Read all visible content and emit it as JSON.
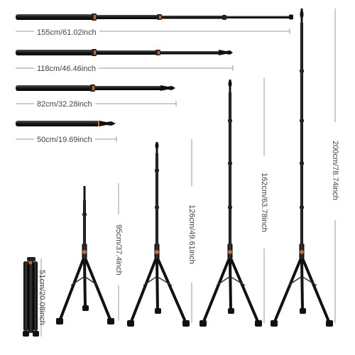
{
  "colors": {
    "tube": "#1b1b1b",
    "tube_highlight": "#4a4a4a",
    "accent": "#c96a2d",
    "dimension_line": "#9a9a9a",
    "label_text": "#444444"
  },
  "pole_labels": [
    "155cm/61.02inch",
    "118cm/46.46inch",
    "82cm/32.28inch",
    "50cm/19.69inch"
  ],
  "stand_labels": [
    "51cm/20.08inch",
    "95cm/37.4inch",
    "126cm/49.61inch",
    "162cm/63.78inch",
    "200cm/78.74inch"
  ]
}
